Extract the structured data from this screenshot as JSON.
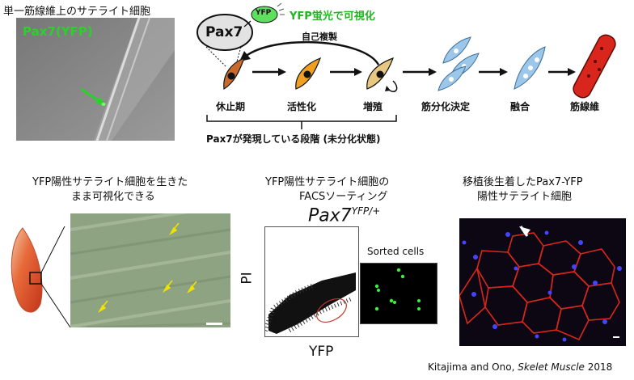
{
  "top_left": {
    "title": "単一筋線維上のサテライト細胞",
    "image_label": "Pax7(YFP)"
  },
  "scheme": {
    "pax7_bubble": "Pax7",
    "yfp_badge": "YFP",
    "yfp_caption": "YFP蛍光で可視化",
    "self_renewal": "自己複製",
    "stages": [
      "休止期",
      "活性化",
      "増殖",
      "筋分化決定",
      "融合",
      "筋線維"
    ],
    "pax7_stage_caption": "Pax7が発現している段階 (未分化状態)"
  },
  "panel_a": {
    "title_line1": "YFP陽性サテライト細胞を生きた",
    "title_line2": "まま可視化できる"
  },
  "panel_b": {
    "title_line1": "YFP陽性サテライト細胞の",
    "title_line2": "FACSソーティング",
    "genotype_main": "Pax7",
    "genotype_sup": "YFP/+",
    "y_axis": "PI",
    "x_axis": "YFP",
    "inset_label": "Sorted cells"
  },
  "panel_c": {
    "title_line1": "移植後生着したPax7-YFP",
    "title_line2": "陽性サテライト細胞"
  },
  "citation": {
    "authors": "Kitajima and Ono, ",
    "journal": "Skelet Muscle",
    "year": " 2018"
  },
  "colors": {
    "yfp_green": "#2bd12b",
    "caption_green": "#22b522",
    "arrow_yellow": "#f2e200",
    "membrane_red": "#d9261c",
    "cell_orange": "#f0a020",
    "cell_blue": "#9cc7e8"
  }
}
